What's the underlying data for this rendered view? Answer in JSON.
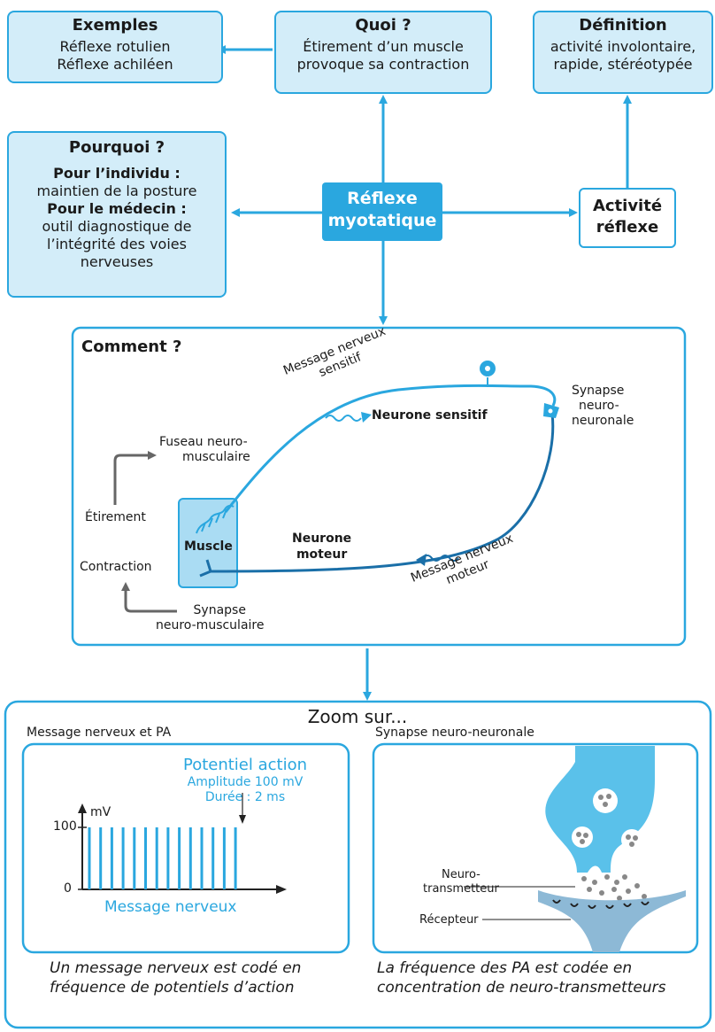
{
  "top": {
    "exemples": {
      "title": "Exemples",
      "lines": [
        "Réflexe rotulien",
        "Réflexe achiléen"
      ]
    },
    "quoi": {
      "title": "Quoi ?",
      "lines": [
        "Étirement d’un muscle",
        "provoque sa contraction"
      ]
    },
    "definition": {
      "title": "Définition",
      "lines": [
        "activité involontaire,",
        "rapide, stéréotypée"
      ]
    }
  },
  "pourquoi": {
    "title": "Pourquoi ?",
    "l1_bold": "Pour l’individu :",
    "l2": "maintien de la posture",
    "l3_bold": "Pour le médecin :",
    "l4": "outil diagnostique de",
    "l5": "l’intégrité des voies",
    "l6": "nerveuses"
  },
  "center": {
    "line1": "Réflexe",
    "line2": "myotatique"
  },
  "activite": {
    "line1": "Activité",
    "line2": "réflexe"
  },
  "comment": {
    "title": "Comment ?",
    "msg_sensitif_1": "Message nerveux",
    "msg_sensitif_2": "sensitif",
    "neurone_sensitif": "Neurone sensitif",
    "synapse_nn_1": "Synapse",
    "synapse_nn_2": "neuro-",
    "synapse_nn_3": "neuronale",
    "fuseau_1": "Fuseau neuro-",
    "fuseau_2": "musculaire",
    "etirement": "Étirement",
    "muscle": "Muscle",
    "neurone_moteur_1": "Neurone",
    "neurone_moteur_2": "moteur",
    "msg_moteur_1": "Message nerveux",
    "msg_moteur_2": "moteur",
    "contraction": "Contraction",
    "synapse_nm_1": "Synapse",
    "synapse_nm_2": "neuro-musculaire"
  },
  "zoom": {
    "title": "Zoom sur...",
    "left": {
      "subtitle": "Message nerveux et PA",
      "pa_title": "Potentiel action",
      "pa_amp": "Amplitude 100 mV",
      "pa_dur": "Durée : 2 ms",
      "y_unit": "mV",
      "y100": "100",
      "y0": "0",
      "xlabel": "Message nerveux",
      "caption_1": "Un message nerveux est codé en",
      "caption_2": "fréquence de potentiels d’action"
    },
    "right": {
      "subtitle": "Synapse neuro-neuronale",
      "nt_1": "Neuro-",
      "nt_2": "transmetteur",
      "recepteur": "Récepteur",
      "caption_1": "La fréquence des PA est codée en",
      "caption_2": "concentration de neuro-transmetteurs"
    }
  },
  "colors": {
    "accent": "#2aa7df",
    "fill": "#d3edf9",
    "dark_blue": "#1a6fa8",
    "grey": "#666666"
  }
}
